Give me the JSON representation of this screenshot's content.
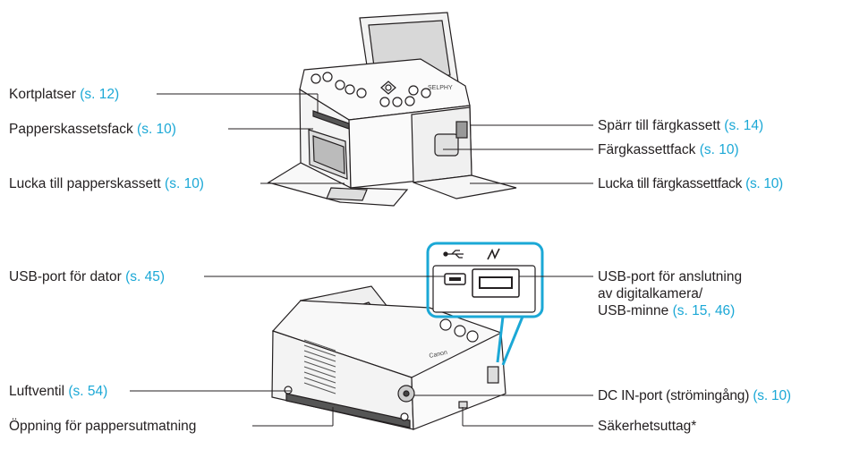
{
  "labels": {
    "card_slots": {
      "text": "Kortplatser",
      "ref": "(s. 12)"
    },
    "paper_cassette_bay": {
      "text": "Papperskassetsfack",
      "ref": "(s. 10)"
    },
    "paper_cassette_cover": {
      "text": "Lucka till papperskassett",
      "ref": "(s. 10)"
    },
    "ink_cassette_lock": {
      "text": "Spärr till färgkassett",
      "ref": "(s. 14)"
    },
    "ink_cassette_bay": {
      "text": "Färgkassettfack",
      "ref": "(s. 10)"
    },
    "ink_cassette_cover": {
      "text": "Lucka till färgkassettfack",
      "ref": "(s. 10)"
    },
    "usb_computer": {
      "text": "USB-port för dator",
      "ref": "(s. 45)"
    },
    "usb_camera_line1": "USB-port för anslutning",
    "usb_camera_line2": "av digitalkamera/",
    "usb_camera_line3": {
      "text": "USB-minne",
      "ref": "(s. 15, 46)"
    },
    "air_vent": {
      "text": "Luftventil",
      "ref": "(s. 54)"
    },
    "paper_output": {
      "text": "Öppning för pappersutmatning"
    },
    "dc_in": {
      "text": "DC IN-port (strömingång)",
      "ref": "(s. 10)"
    },
    "security_slot": {
      "text": "Säkerhetsuttag*"
    }
  },
  "device": {
    "brand": "Canon",
    "model": "SELPHY",
    "usb_symbol": "•⊸⊶",
    "direct_symbol": "⁄⁄"
  },
  "colors": {
    "accent": "#1ba8d6",
    "text": "#231f20",
    "line": "#231f20"
  }
}
